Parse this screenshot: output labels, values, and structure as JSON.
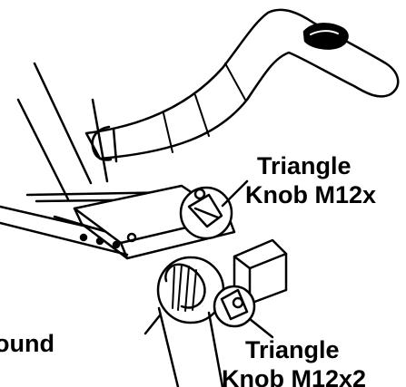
{
  "callouts": {
    "top": {
      "line1": "Triangle",
      "line2": "Knob M12x"
    },
    "left": {
      "text": "ound"
    },
    "bottom": {
      "line1": "Triangle",
      "line2": "Knob M12x2"
    }
  },
  "colors": {
    "ink": "#000000",
    "paper": "#ffffff"
  }
}
